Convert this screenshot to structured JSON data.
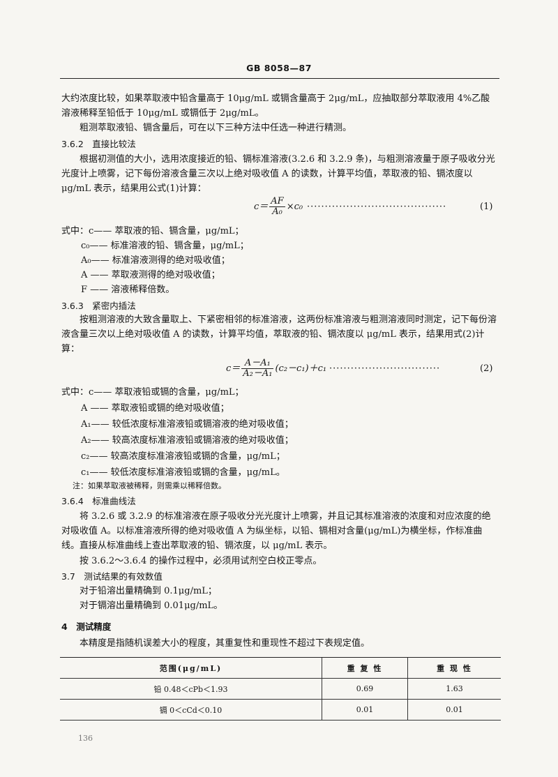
{
  "header": {
    "title": "GB 8058—87"
  },
  "para_continue": "大约浓度比较，如果萃取液中铅含量高于 10μg/mL 或镉含量高于 2μg/mL，应抽取部分萃取液用 4%乙酸溶液稀释至铅低于 10μg/mL 或镉低于 2μg/mL。",
  "para_choose": "粗测萃取液铅、镉含量后，可在以下三种方法中任选一种进行精测。",
  "s362": {
    "heading": "3.6.2　直接比较法",
    "text": "根据初测值的大小，选用浓度接近的铅、镉标准溶液(3.2.6 和 3.2.9 条)，与粗测溶液量于原子吸收分光光度计上喷雾，记下每份溶液含量三次以上绝对吸收值 A 的读数，计算平均值，萃取液的铅、镉浓度以 μg/mL 表示，结果用公式(1)计算：",
    "formula": {
      "lhs": "c＝",
      "num": "AF",
      "den": "A₀",
      "rhs": "×c₀",
      "leader": "·······································",
      "number": "(1)"
    },
    "where": [
      "式中：c—— 萃取液的铅、镉含量，μg/mL；",
      "c₀—— 标准溶液的铅、镉含量，μg/mL；",
      "A₀—— 标准溶液测得的绝对吸收值；",
      "A —— 萃取液测得的绝对吸收值；",
      "F —— 溶液稀释倍数。"
    ]
  },
  "s363": {
    "heading": "3.6.3　紧密内插法",
    "text": "按粗测溶液的大致含量取上、下紧密相邻的标准溶液，这两份标准溶液与粗测溶液同时测定，记下每份溶液含量三次以上绝对吸收值 A 的读数，计算平均值，萃取液的铅、镉浓度以 μg/mL 表示，结果用式(2)计算：",
    "formula": {
      "lhs": "c＝",
      "num": "A－A₁",
      "den": "A₂－A₁",
      "rhs": "(c₂－c₁)＋c₁",
      "leader": "·······························",
      "number": "(2)"
    },
    "where": [
      "式中：c—— 萃取液铅或镉的含量，μg/mL；",
      "A —— 萃取液铅或镉的绝对吸收值；",
      "A₁—— 较低浓度标准溶液铅或镉溶液的绝对吸收值；",
      "A₂—— 较高浓度标准溶液铅或镉溶液的绝对吸收值；",
      "c₂—— 较高浓度标准溶液铅或镉的含量，μg/mL；",
      "c₁—— 较低浓度标准溶液铅或镉的含量，μg/mL。"
    ],
    "note": "注：如果萃取液被稀释，则需乘以稀释倍数。"
  },
  "s364": {
    "heading": "3.6.4　标准曲线法",
    "text": "将 3.2.6 或 3.2.9 的标准溶液在原子吸收分光光度计上喷雾，并且记其标准溶液的浓度和对应浓度的绝对吸收值 A。以标准溶液所得的绝对吸收值 A 为纵坐标，以铅、镉相对含量(μg/mL)为横坐标，作标准曲线。直接从标准曲线上查出萃取液的铅、镉浓度，以 μg/mL 表示。",
    "text2": "按 3.6.2～3.6.4 的操作过程中，必须用试剂空白校正零点。"
  },
  "s37": {
    "heading": "3.7　测试结果的有效数值",
    "lines": [
      "对于铅溶出量精确到 0.1μg/mL；",
      "对于镉溶出量精确到 0.01μg/mL。"
    ]
  },
  "s4": {
    "heading": "4　测试精度",
    "text": "本精度是指随机误差大小的程度，其重复性和重现性不超过下表规定值。"
  },
  "table": {
    "headers": [
      "范围(μg/mL)",
      "重 复 性",
      "重 现 性"
    ],
    "rows": [
      [
        "铅 0.48＜cPb＜1.93",
        "0.69",
        "1.63"
      ],
      [
        "镉 0＜cCd＜0.10",
        "0.01",
        "0.01"
      ]
    ]
  },
  "footer": {
    "page_number": "136"
  }
}
